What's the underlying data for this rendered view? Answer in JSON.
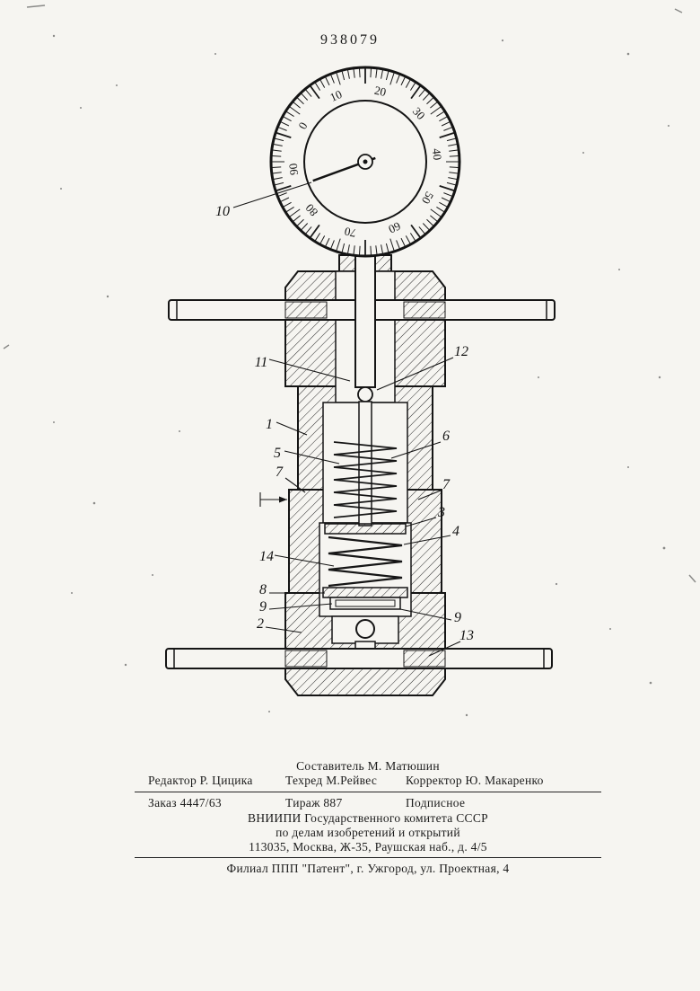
{
  "page": {
    "patent_number": "938079"
  },
  "drawing": {
    "dial_labels": [
      "0",
      "10",
      "20",
      "30",
      "40",
      "50",
      "60",
      "70",
      "80",
      "90"
    ],
    "callouts": {
      "c10": "10",
      "c11": "11",
      "c12": "12",
      "c1": "1",
      "c5": "5",
      "c6": "6",
      "c7_left": "7",
      "c7_right": "7",
      "c3": "3",
      "c4": "4",
      "c14": "14",
      "c8": "8",
      "c9_left": "9",
      "c2": "2",
      "c9_right": "9",
      "c13": "13"
    }
  },
  "imprint": {
    "compiler": "Составитель М. Матюшин",
    "editor": "Редактор Р. Цицика",
    "techred": "Техред М.Рейвес",
    "corrector": "Корректор Ю. Макаренко",
    "order": "Заказ 4447/63",
    "print_run": "Тираж 887",
    "subscription": "Подписное",
    "org_line1": "ВНИИПИ Государственного комитета СССР",
    "org_line2": "по делам изобретений и открытий",
    "address": "113035, Москва, Ж-35, Раушская наб., д. 4/5",
    "branch": "Филиал ППП \"Патент\", г. Ужгород, ул. Проектная, 4"
  }
}
